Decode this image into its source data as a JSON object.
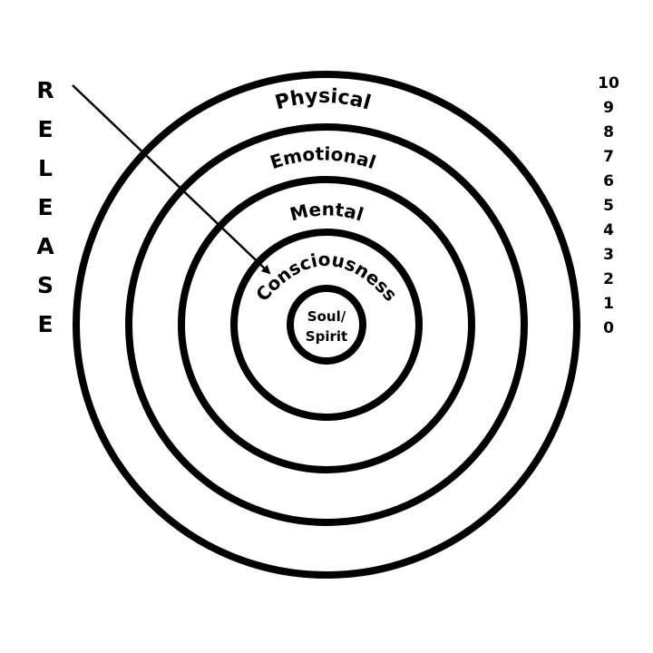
{
  "rings": [
    {
      "label": "Physical"
    },
    {
      "label": "Emotional"
    },
    {
      "label": "Mental"
    },
    {
      "label": "Consciousness"
    }
  ],
  "core": {
    "line1": "Soul/",
    "line2": "Spirit"
  },
  "release": {
    "letters": [
      "R",
      "E",
      "L",
      "E",
      "A",
      "S",
      "E"
    ]
  },
  "scale": {
    "numbers": [
      "10",
      "9",
      "8",
      "7",
      "6",
      "5",
      "4",
      "3",
      "2",
      "1",
      "0"
    ]
  },
  "colors": {
    "stroke": "#000000",
    "background": "#ffffff"
  }
}
